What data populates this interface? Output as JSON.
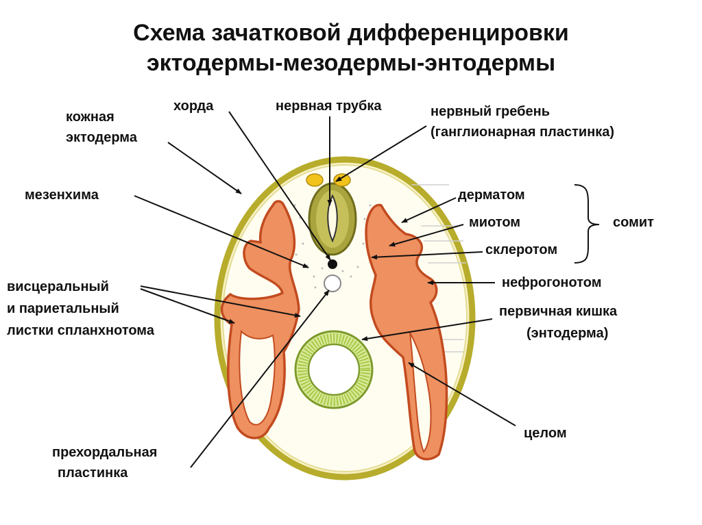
{
  "title": {
    "line1": "Схема зачатковой  дифференцировки",
    "line2": "эктодермы-мезодермы-энтодермы"
  },
  "labels": {
    "skin_ectoderm_1": "кожная",
    "skin_ectoderm_2": "эктодерма",
    "chorda": "хорда",
    "neural_tube": "нервная трубка",
    "neural_crest_1": "нервный гребень",
    "neural_crest_2": "(ганглионарная пластинка)",
    "mesenchyme": "мезенхима",
    "dermatome": "дерматом",
    "myotome": "миотом",
    "somite": "сомит",
    "sclerotome": "склеротом",
    "splanchnotome_1": "висцеральный",
    "splanchnotome_2": "и париетальный",
    "splanchnotome_3": "листки спланхнотома",
    "nephrogonotome": "нефрогонотом",
    "primary_gut_1": "первичная кишка",
    "primary_gut_2": "(энтодерма)",
    "coelom": "целом",
    "prechordal_1": "прехордальная",
    "prechordal_2": "пластинка"
  },
  "colors": {
    "ectoderm": "#b7ac2c",
    "ectoderm_fill": "#f7f1c4",
    "mesoderm": "#c24b1f",
    "mesoderm_fill": "#ee9060",
    "neural_tube": "#a3a13a",
    "crest": "#f2c21d",
    "gut": "#a7ca47",
    "gut_fill": "#dbe99b"
  }
}
